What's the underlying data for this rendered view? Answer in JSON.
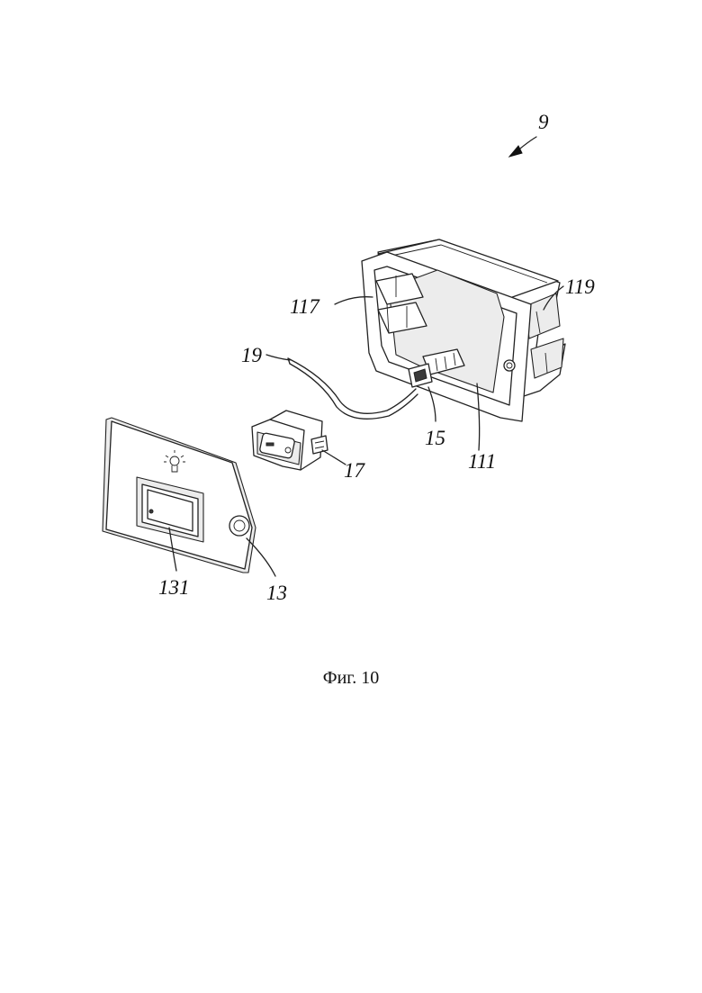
{
  "figure": {
    "caption": "Фиг. 10"
  },
  "labels": {
    "assembly": "9",
    "frame": "117",
    "housing_side": "119",
    "cable": "19",
    "connector": "15",
    "housing": "111",
    "switch": "17",
    "panel_window": "131",
    "panel": "13"
  },
  "icons": {
    "panel_symbol": "light-bulb-icon"
  }
}
